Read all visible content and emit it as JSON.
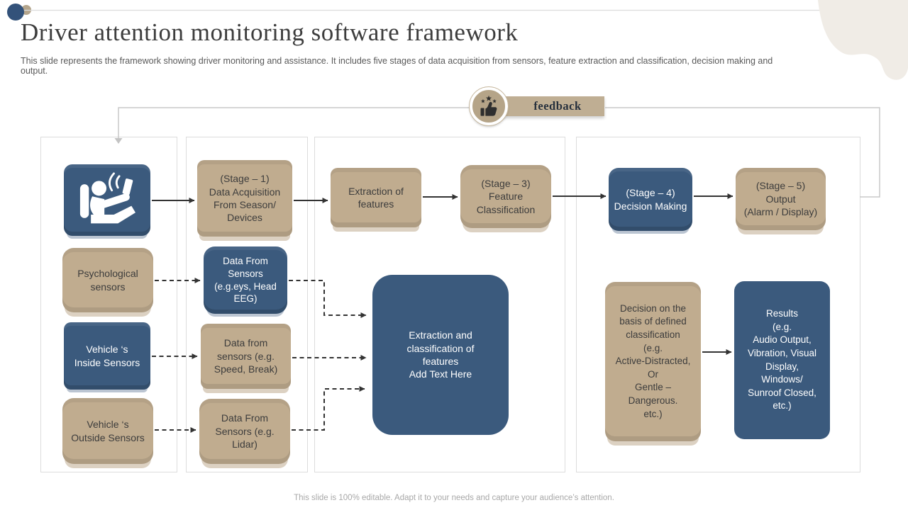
{
  "slide": {
    "title": "Driver attention monitoring software framework",
    "subtitle": "This slide represents the framework showing driver monitoring and assistance. It includes five stages of data acquisition from sensors, feature extraction and classification, decision making and output.",
    "footer": "This slide is 100% editable. Adapt it to your needs and capture your audience’s attention."
  },
  "feedback": {
    "label": "feedback",
    "icon": "thumbs-up-stars-icon"
  },
  "icons": {
    "driver": "distracted-driver-with-phone-icon"
  },
  "colors": {
    "navy": "#3b5a7d",
    "tan": "#c0ac8f",
    "bar_tan": "#bfae93",
    "badge_fill": "#b5a488",
    "arrow": "#333333",
    "loop_gray": "#c8c8c8",
    "container_border": "#dcdcdc",
    "blob_cream": "#f0ece6"
  },
  "stages": {
    "stage1": "(Stage – 1)\nData Acquisition\nFrom Season/\nDevices",
    "extraction": "Extraction of\nfeatures",
    "stage3": "(Stage – 3)\nFeature\nClassification",
    "stage4": "(Stage – 4)\nDecision Making",
    "stage5": "(Stage – 5)\nOutput\n(Alarm / Display)"
  },
  "sensors": {
    "psychological": "Psychological\nsensors",
    "data_eeg": "Data From\nSensors\n(e.g.eys, Head\nEEG)",
    "inside": "Vehicle ‘s\nInside Sensors",
    "data_speed": "Data from\nsensors (e.g.\nSpeed, Break)",
    "outside": "Vehicle ‘s\nOutside Sensors",
    "data_lidar": "Data From\nSensors (e.g.\nLidar)"
  },
  "processing": {
    "big_extraction": "Extraction and\nclassification of\nfeatures\nAdd Text Here",
    "decision": "Decision on the\nbasis of defined\nclassification\n(e.g.\nActive-Distracted,\nOr\nGentle –\nDangerous.\netc.)",
    "results": "Results\n(e.g.\nAudio Output,\nVibration, Visual\nDisplay,\nWindows/\nSunroof Closed,\netc.)"
  }
}
